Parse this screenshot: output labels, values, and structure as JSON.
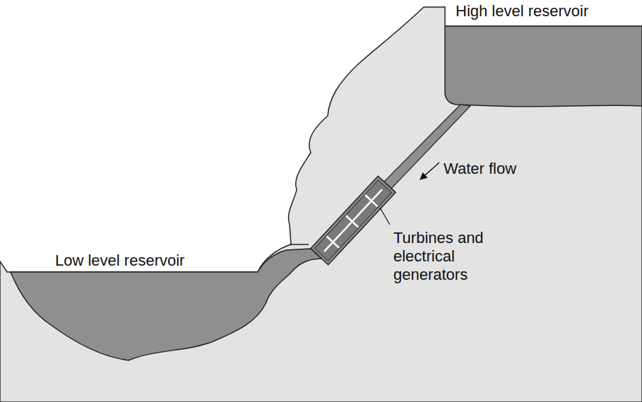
{
  "diagram": {
    "labels": [
      "High level reservoir",
      "Water flow",
      "Turbines and electrical generators",
      "Low level reservoir"
    ]
  }
}
